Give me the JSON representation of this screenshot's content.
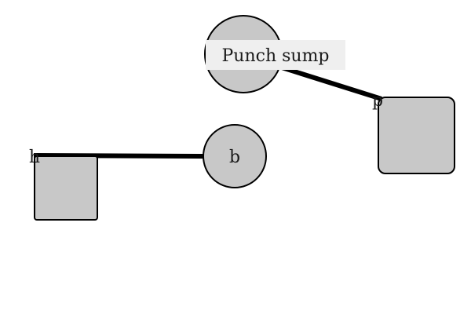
{
  "nodes": {
    "circle_top": {
      "text": ""
    },
    "circle_b": {
      "text": "b"
    },
    "square_h": {
      "text": "h"
    },
    "square_right": {
      "text": ""
    }
  },
  "edge_labels": {
    "edge_top_right": "p"
  },
  "callout": {
    "text": "Punch sump"
  },
  "colors": {
    "node_fill": "#c8c8c8",
    "stroke": "#000000",
    "callout_bg": "#efefef",
    "background": "#ffffff"
  }
}
